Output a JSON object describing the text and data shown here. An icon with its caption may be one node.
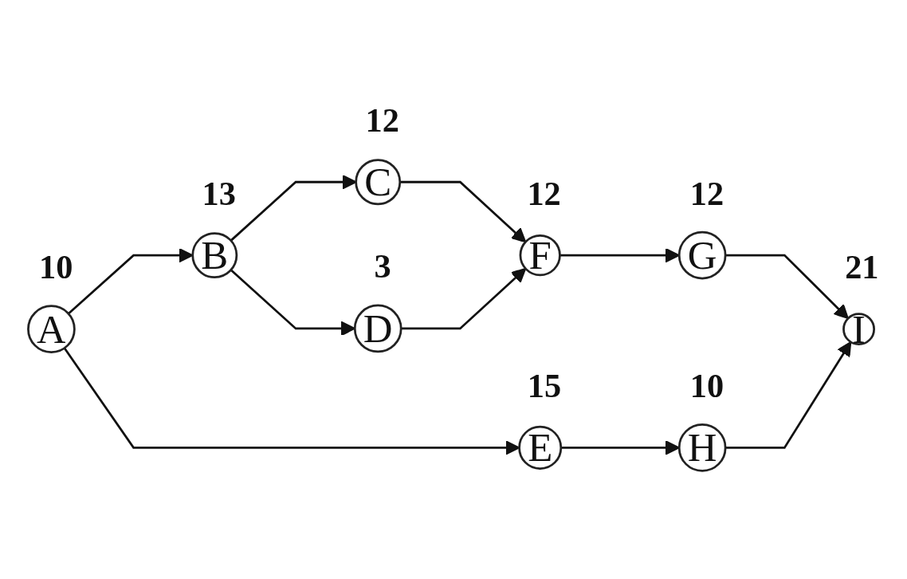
{
  "diagram": {
    "nodes": [
      {
        "text": [
          "A"
        ],
        "beside": [
          "10"
        ]
      },
      {
        "text": [
          "B"
        ],
        "beside": [
          "13"
        ]
      },
      {
        "text": [
          "C"
        ],
        "beside": [
          "12"
        ]
      },
      {
        "text": [
          "D"
        ],
        "beside": [
          "3"
        ]
      },
      {
        "text": [
          "E"
        ],
        "beside": [
          "15"
        ]
      },
      {
        "text": [
          "F"
        ],
        "beside": [
          "12"
        ]
      },
      {
        "text": [
          "G"
        ],
        "beside": [
          "12"
        ]
      },
      {
        "text": [
          "H"
        ],
        "beside": [
          "10"
        ]
      },
      {
        "text": [
          "I"
        ],
        "beside": [
          "21"
        ]
      }
    ],
    "edges": [
      {
        "from": 0,
        "to": 1,
        "arrow": "to"
      },
      {
        "from": 0,
        "to": 4,
        "arrow": "to"
      },
      {
        "from": 1,
        "to": 2,
        "arrow": "to"
      },
      {
        "from": 1,
        "to": 3,
        "arrow": "to"
      },
      {
        "from": 2,
        "to": 5,
        "arrow": "to"
      },
      {
        "from": 3,
        "to": 5,
        "arrow": "to"
      },
      {
        "from": 5,
        "to": 6,
        "arrow": "to"
      },
      {
        "from": 6,
        "to": 8,
        "arrow": "to"
      },
      {
        "from": 4,
        "to": 7,
        "arrow": "to"
      },
      {
        "from": 7,
        "to": 8,
        "arrow": "to"
      }
    ]
  }
}
